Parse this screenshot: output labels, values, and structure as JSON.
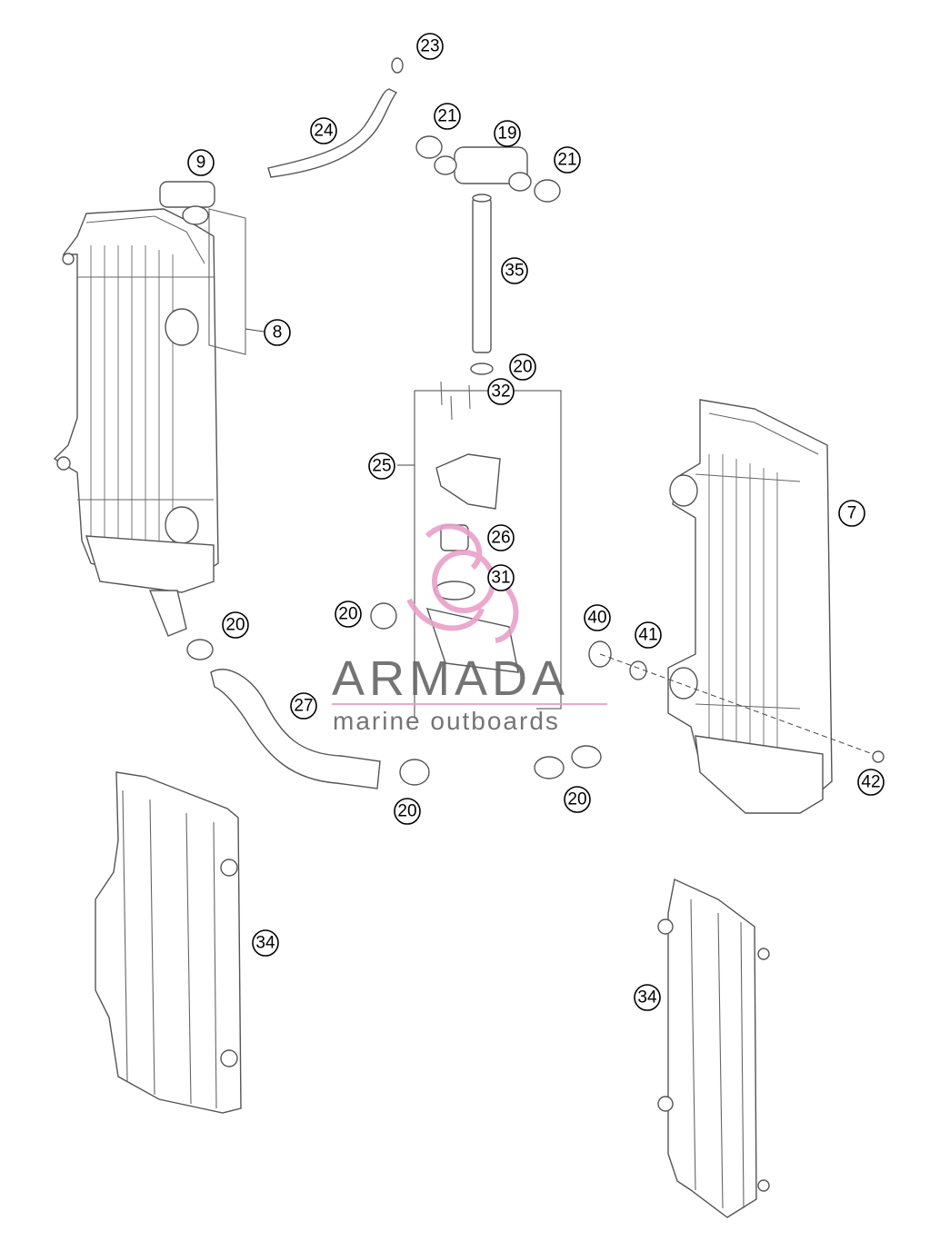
{
  "callouts": [
    {
      "id": "c23",
      "label": "23"
    },
    {
      "id": "c24",
      "label": "24"
    },
    {
      "id": "c21a",
      "label": "21"
    },
    {
      "id": "c19",
      "label": "19"
    },
    {
      "id": "c21b",
      "label": "21"
    },
    {
      "id": "c9",
      "label": "9"
    },
    {
      "id": "c35",
      "label": "35"
    },
    {
      "id": "c8",
      "label": "8"
    },
    {
      "id": "c20a",
      "label": "20"
    },
    {
      "id": "c32",
      "label": "32"
    },
    {
      "id": "c25",
      "label": "25"
    },
    {
      "id": "c7",
      "label": "7"
    },
    {
      "id": "c26",
      "label": "26"
    },
    {
      "id": "c31",
      "label": "31"
    },
    {
      "id": "c20b",
      "label": "20"
    },
    {
      "id": "c40",
      "label": "40"
    },
    {
      "id": "c41",
      "label": "41"
    },
    {
      "id": "c20c",
      "label": "20"
    },
    {
      "id": "c27",
      "label": "27"
    },
    {
      "id": "c42",
      "label": "42"
    },
    {
      "id": "c20d",
      "label": "20"
    },
    {
      "id": "c20e",
      "label": "20"
    },
    {
      "id": "c34a",
      "label": "34"
    },
    {
      "id": "c34b",
      "label": "34"
    }
  ],
  "watermark": {
    "brand": "ARMADA",
    "tagline": "marine outboards",
    "color": "#e8a0c8"
  }
}
